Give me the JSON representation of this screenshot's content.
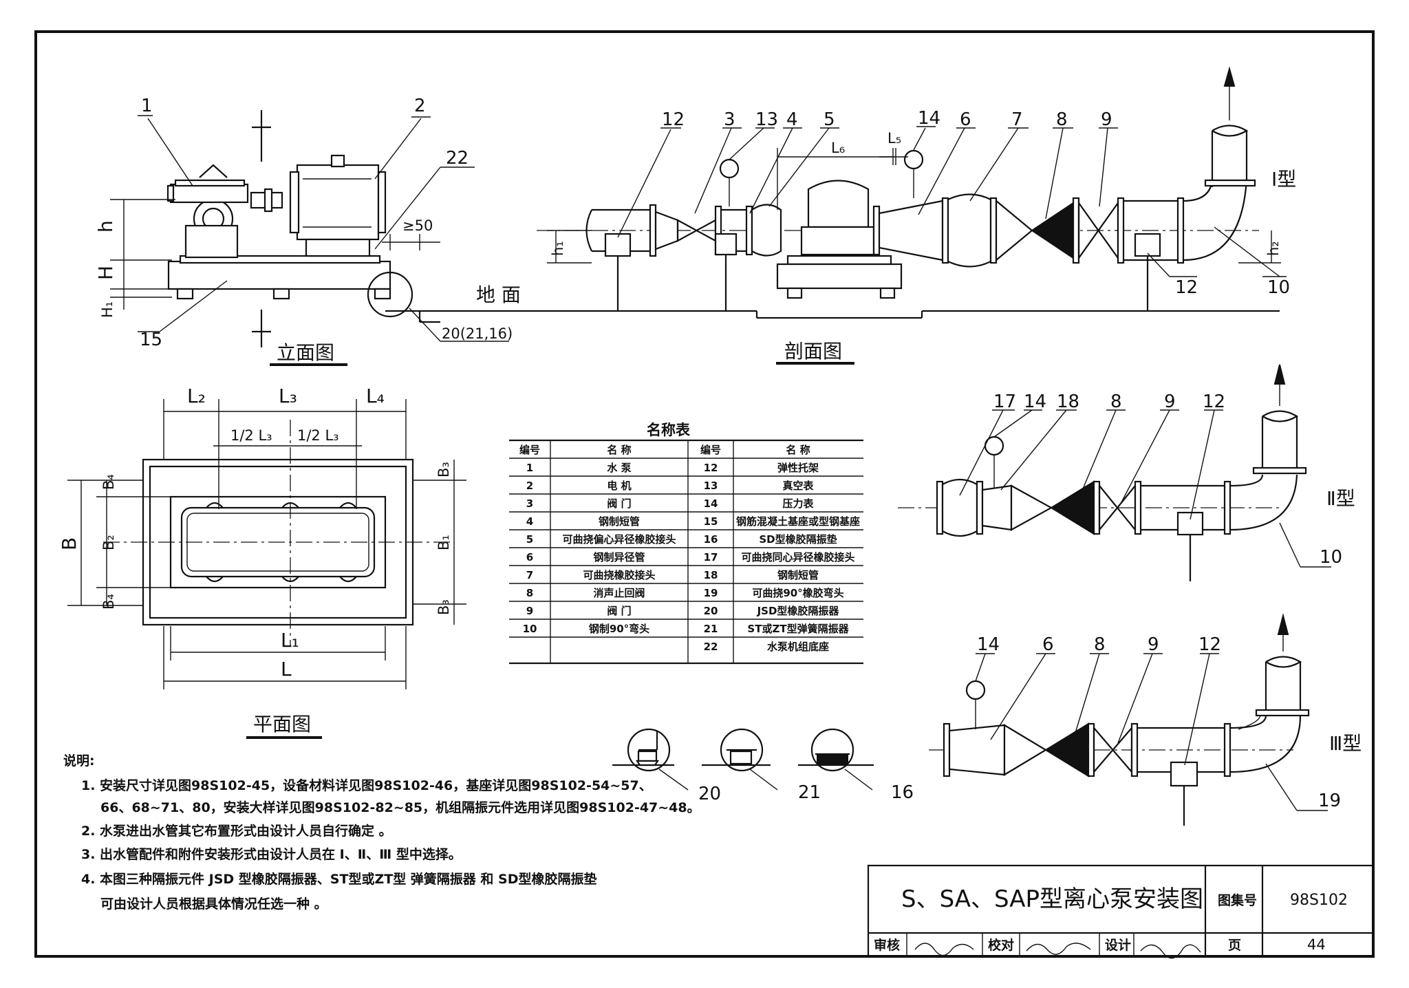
{
  "views": {
    "elevation_title": "立面图",
    "section_title": "剖面图",
    "plan_title": "平面图",
    "ground_label": "地 面",
    "type1": "Ⅰ型",
    "type2": "Ⅱ型",
    "type3": "Ⅲ型"
  },
  "elevation": {
    "callouts": [
      "1",
      "2",
      "22",
      "15",
      "20(21,16)"
    ],
    "dims": [
      "h",
      "H",
      "H₁",
      "≥50"
    ]
  },
  "section": {
    "callouts": [
      "12",
      "3",
      "13",
      "4",
      "5",
      "14",
      "6",
      "7",
      "8",
      "9",
      "12",
      "10"
    ],
    "dims": [
      "L₆",
      "L₅",
      "h₁",
      "h₂"
    ]
  },
  "plan": {
    "dims_top": [
      "L₂",
      "L₃",
      "L₄",
      "1/2 L₃",
      "1/2 L₃"
    ],
    "dims_left": [
      "B",
      "B₄",
      "B₂",
      "B₄"
    ],
    "dims_right": [
      "B₃",
      "B₁",
      "B₃"
    ],
    "dims_bottom": [
      "L₁",
      "L"
    ]
  },
  "type2_callouts": [
    "17",
    "14",
    "18",
    "8",
    "9",
    "12",
    "10"
  ],
  "type3_callouts": [
    "14",
    "6",
    "8",
    "9",
    "12",
    "19"
  ],
  "isolator_callouts": [
    "20",
    "21",
    "16"
  ],
  "parts_table": {
    "title": "名称表",
    "headers": [
      "编号",
      "名 称",
      "编号",
      "名 称"
    ],
    "rows": [
      [
        "1",
        "水 泵",
        "12",
        "弹性托架"
      ],
      [
        "2",
        "电 机",
        "13",
        "真空表"
      ],
      [
        "3",
        "阀 门",
        "14",
        "压力表"
      ],
      [
        "4",
        "钢制短管",
        "15",
        "钢筋混凝土基座或型钢基座"
      ],
      [
        "5",
        "可曲挠偏心异径橡胶接头",
        "16",
        "SD型橡胶隔振垫"
      ],
      [
        "6",
        "钢制异径管",
        "17",
        "可曲挠同心异径橡胶接头"
      ],
      [
        "7",
        "可曲挠橡胶接头",
        "18",
        "钢制短管"
      ],
      [
        "8",
        "消声止回阀",
        "19",
        "可曲挠90°橡胶弯头"
      ],
      [
        "9",
        "阀 门",
        "20",
        "JSD型橡胶隔振器"
      ],
      [
        "10",
        "钢制90°弯头",
        "21",
        "ST或ZT型弹簧隔振器"
      ],
      [
        "",
        "",
        "22",
        "水泵机组底座"
      ]
    ]
  },
  "notes": {
    "heading": "说明:",
    "items": [
      "1. 安装尺寸详见图98S102-45，设备材料详见图98S102-46，基座详见图98S102-54~57、",
      "66、68~71、80，安装大样详见图98S102-82~85，机组隔振元件选用详见图98S102-47~48。",
      "2. 水泵进出水管其它布置形式由设计人员自行确定 。",
      "3. 出水管配件和附件安装形式由设计人员在 Ⅰ、Ⅱ、Ⅲ 型中选择。",
      "4. 本图三种隔振元件 JSD 型橡胶隔振器、ST型或ZT型 弹簧隔振器 和 SD型橡胶隔振垫",
      "可由设计人员根据具体情况任选一种 。"
    ]
  },
  "title_block": {
    "title": "S、SA、SAP型离心泵安装图",
    "atlas_label": "图集号",
    "atlas_no": "98S102",
    "review_label": "审核",
    "check_label": "校对",
    "design_label": "设计",
    "page_label": "页",
    "page_no": "44"
  }
}
